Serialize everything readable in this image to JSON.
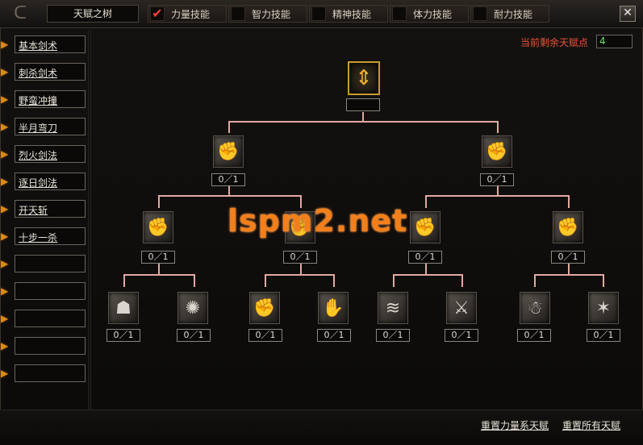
{
  "window": {
    "title": "天赋之树",
    "close_symbol": "✕"
  },
  "tabs": [
    {
      "label": "力量技能",
      "checked": true,
      "check_mark": "✔"
    },
    {
      "label": "智力技能",
      "checked": false,
      "check_mark": ""
    },
    {
      "label": "精神技能",
      "checked": false,
      "check_mark": ""
    },
    {
      "label": "体力技能",
      "checked": false,
      "check_mark": ""
    },
    {
      "label": "耐力技能",
      "checked": false,
      "check_mark": ""
    }
  ],
  "sidebar": {
    "arrow_icon": "▶",
    "items": [
      {
        "label": "基本剑术"
      },
      {
        "label": "刺杀剑术"
      },
      {
        "label": "野蛮冲撞"
      },
      {
        "label": "半月弯刀"
      },
      {
        "label": "烈火剑法"
      },
      {
        "label": "逐日剑法"
      },
      {
        "label": "开天斩"
      },
      {
        "label": "十步一杀"
      },
      {
        "label": ""
      },
      {
        "label": ""
      },
      {
        "label": ""
      },
      {
        "label": ""
      },
      {
        "label": ""
      }
    ]
  },
  "points": {
    "label": "当前剩余天赋点",
    "value": "4"
  },
  "tree": {
    "root": {
      "icon": "sword-emblem-icon",
      "glyph": "⇕",
      "level": ""
    },
    "tier1": [
      {
        "icon": "fist-aura-icon",
        "glyph": "✊",
        "level": "0／1"
      },
      {
        "icon": "fist-aura-icon",
        "glyph": "✊",
        "level": "0／1"
      }
    ],
    "tier2": [
      {
        "icon": "fist-icon",
        "glyph": "✊",
        "level": "0／1"
      },
      {
        "icon": "fist-icon",
        "glyph": "✊",
        "level": "0／1"
      },
      {
        "icon": "fist-icon",
        "glyph": "✊",
        "level": "0／1"
      },
      {
        "icon": "fist-icon",
        "glyph": "✊",
        "level": "0／1"
      }
    ],
    "tier3": [
      {
        "icon": "warrior-icon",
        "glyph": "☗",
        "level": "0／1"
      },
      {
        "icon": "energy-burst-icon",
        "glyph": "✺",
        "level": "0／1"
      },
      {
        "icon": "fist-icon",
        "glyph": "✊",
        "level": "0／1"
      },
      {
        "icon": "armored-arm-icon",
        "glyph": "✋",
        "level": "0／1"
      },
      {
        "icon": "whirlwind-icon",
        "glyph": "≋",
        "level": "0／1"
      },
      {
        "icon": "blade-strike-icon",
        "glyph": "⚔",
        "level": "0／1"
      },
      {
        "icon": "shadow-figures-icon",
        "glyph": "☃",
        "level": "0／1"
      },
      {
        "icon": "beast-claw-icon",
        "glyph": "✶",
        "level": "0／1"
      }
    ]
  },
  "watermark": "lspm2.net",
  "footer": {
    "reset_strength": "重置力量系天赋",
    "reset_all": "重置所有天赋"
  },
  "colors": {
    "connector": "#e2a9a0",
    "points_label": "#e8533a",
    "points_value": "#6fe06f",
    "check": "#ff3b2f",
    "watermark": "#f47f1a"
  }
}
